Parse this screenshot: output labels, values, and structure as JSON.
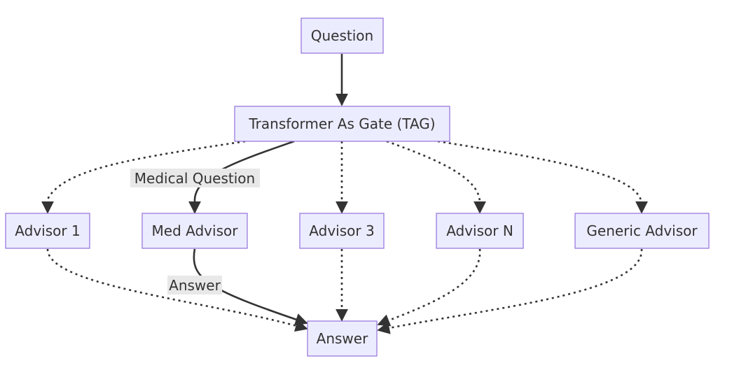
{
  "nodes": {
    "question": "Question",
    "tag": "Transformer As Gate (TAG)",
    "advisor1": "Advisor 1",
    "med_advisor": "Med Advisor",
    "advisor3": "Advisor 3",
    "advisorN": "Advisor N",
    "generic_advisor": "Generic Advisor",
    "answer": "Answer"
  },
  "edges": {
    "tag_to_med_label": "Medical Question",
    "med_to_answer_label": "Answer"
  },
  "colors": {
    "node_fill": "#ececff",
    "node_stroke": "#9370db",
    "edge": "#333333",
    "edge_label_bg": "#e8e8e8"
  }
}
